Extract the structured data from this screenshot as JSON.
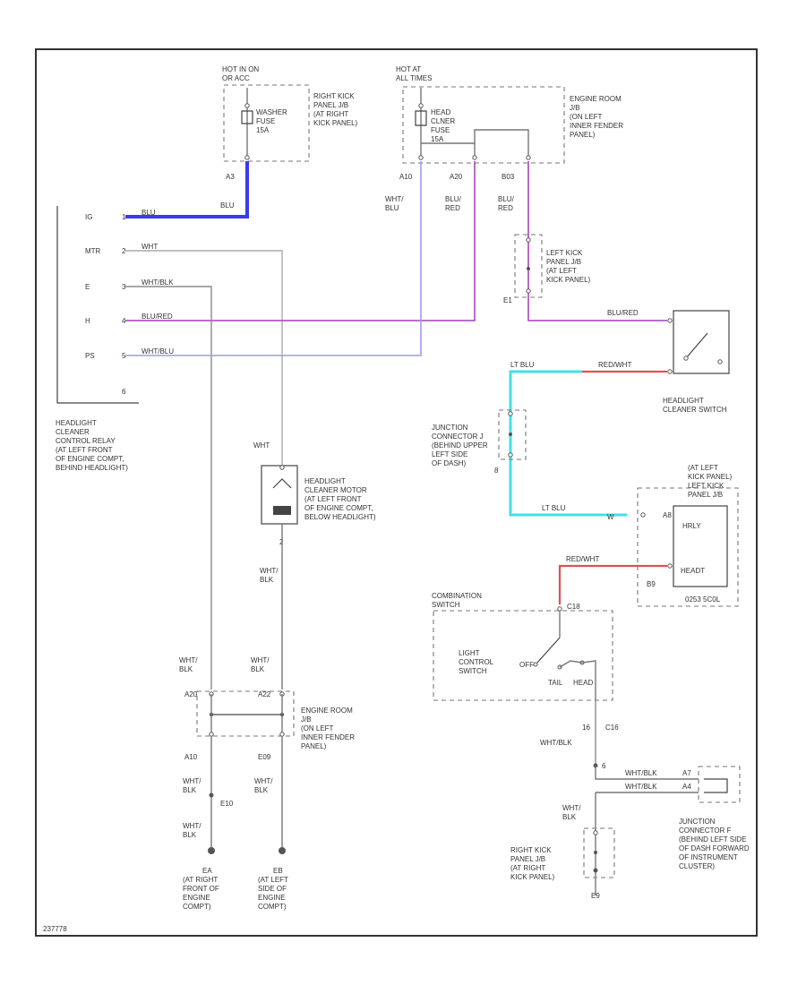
{
  "colors": {
    "blu": "#3a3af0",
    "blu_red": "#b05cc0",
    "wht_blu": "#9a9af0",
    "lt_blu": "#40e0e8",
    "red_wht": "#e05050",
    "wht": "#aaaaaa",
    "wht_blk": "#8a8a8a"
  },
  "icons": [
    "ground-icon",
    "fuse-icon",
    "switch-icon",
    "motor-icon",
    "connector-icon",
    "relay-coil-icon"
  ],
  "power": {
    "hot_acc_on": [
      "HOT IN ON",
      "OR ACC"
    ],
    "hot_at_all": [
      "HOT AT",
      "ALL TIMES"
    ]
  },
  "fuses": {
    "washer": [
      "WASHER",
      "FUSE",
      "15A"
    ],
    "head_cleaner": [
      "HEAD",
      "CLNER",
      "FUSE",
      "15A"
    ]
  },
  "locations": {
    "right_kick_jb_top": [
      "RIGHT KICK",
      "PANEL J/B",
      "(AT RIGHT",
      "KICK PANEL)"
    ],
    "engine_room_jb_top": [
      "ENGINE ROOM",
      "J/B",
      "(ON LEFT",
      "INNER FENDER",
      "PANEL)"
    ],
    "left_kick_jb_mid": [
      "LEFT KICK",
      "PANEL J/B",
      "(AT LEFT",
      "KICK PANEL)"
    ],
    "relay": [
      "HEADLIGHT",
      "CLEANER",
      "CONTROL RELAY",
      "(AT LEFT FRONT",
      "OF ENGINE COMPT,",
      "BEHIND HEADLIGHT)"
    ],
    "motor": [
      "HEADLIGHT",
      "CLEANER MOTOR",
      "(AT LEFT FRONT",
      "OF ENGINE COMPT,",
      "BELOW HEADLIGHT)"
    ],
    "cleaner_switch": [
      "HEADLIGHT",
      "CLEANER SWITCH"
    ],
    "junction_j": [
      "JUNCTION",
      "CONNECTOR J",
      "(BEHIND UPPER",
      "LEFT SIDE",
      "OF DASH)"
    ],
    "left_kick_jb_right": [
      "(AT LEFT",
      "KICK PANEL)",
      "LEFT KICK",
      "PANEL J/B"
    ],
    "combination_switch": [
      "COMBINATION",
      "SWITCH"
    ],
    "light_control_switch": [
      "LIGHT",
      "CONTROL",
      "SWITCH"
    ],
    "engine_room_jb_bottom": [
      "ENGINE ROOM",
      "J/B",
      "(ON LEFT",
      "INNER FENDER",
      "PANEL)"
    ],
    "junction_f": [
      "JUNCTION",
      "CONNECTOR F",
      "(BEHIND LEFT SIDE",
      "OF DASH FORWARD",
      "OF INSTRUMENT",
      "CLUSTER)"
    ],
    "right_kick_jb_bottom": [
      "RIGHT KICK",
      "PANEL J/B",
      "(AT RIGHT",
      "KICK PANEL)"
    ],
    "ground_ea": [
      "EA",
      "(AT RIGHT",
      "FRONT OF",
      "ENGINE",
      "COMPT)"
    ],
    "ground_eb": [
      "EB",
      "(AT LEFT",
      "SIDE OF",
      "ENGINE",
      "COMPT)"
    ]
  },
  "relay_pins": [
    {
      "label": "IG",
      "num": "1",
      "wire": "BLU"
    },
    {
      "label": "MTR",
      "num": "2",
      "wire": "WHT"
    },
    {
      "label": "E",
      "num": "3",
      "wire": "WHT/BLK"
    },
    {
      "label": "H",
      "num": "4",
      "wire": "BLU/RED"
    },
    {
      "label": "PS",
      "num": "5",
      "wire": "WHT/BLU"
    },
    {
      "label": "",
      "num": "6",
      "wire": ""
    }
  ],
  "wire_labels": {
    "blu_a3": "BLU",
    "wht_blu": [
      "WHT/",
      "BLU"
    ],
    "blu_red_a": [
      "BLU/",
      "RED"
    ],
    "blu_red_b": [
      "BLU/",
      "RED"
    ],
    "blu_red_sw": "BLU/RED",
    "red_wht_sw": "RED/WHT",
    "lt_blu_top": "LT BLU",
    "lt_blu_bottom": "LT BLU",
    "red_wht_bottom": "RED/WHT",
    "wht_motor": "WHT",
    "wht_blk_motor": [
      "WHT/",
      "BLK"
    ],
    "wht_blk_left1": [
      "WHT/",
      "BLK"
    ],
    "wht_blk_mid1": [
      "WHT/",
      "BLK"
    ],
    "wht_blk_left2": [
      "WHT/",
      "BLK"
    ],
    "wht_blk_mid2": [
      "WHT/",
      "BLK"
    ],
    "wht_blk_left3": [
      "WHT/",
      "BLK"
    ],
    "wht_blk_right1": "WHT/BLK",
    "wht_blk_right2": "WHT/BLK",
    "wht_blk_right3": "WHT/BLK",
    "wht_blk_right4": [
      "WHT/",
      "BLK"
    ]
  },
  "connectors": {
    "a3": "A3",
    "a10": "A10",
    "a20": "A20",
    "b03": "B03",
    "e1": "E1",
    "n1": "1",
    "n2": "2",
    "n5": "5",
    "n6": "6",
    "n8": "8",
    "n16": "16",
    "c16": "C16",
    "c18": "C18",
    "a4": "A4",
    "a7": "A7",
    "a8": "A8",
    "a22": "A22",
    "e09": "E09",
    "e10": "E10",
    "e9": "E9",
    "b9": "B9",
    "w": "W"
  },
  "relay_box": {
    "hrly": "HRLY",
    "headt": "HEADT",
    "note": "0253 5C0L"
  },
  "switch_positions": [
    "OFF",
    "TAIL",
    "HEAD"
  ],
  "figure_code": "237778"
}
